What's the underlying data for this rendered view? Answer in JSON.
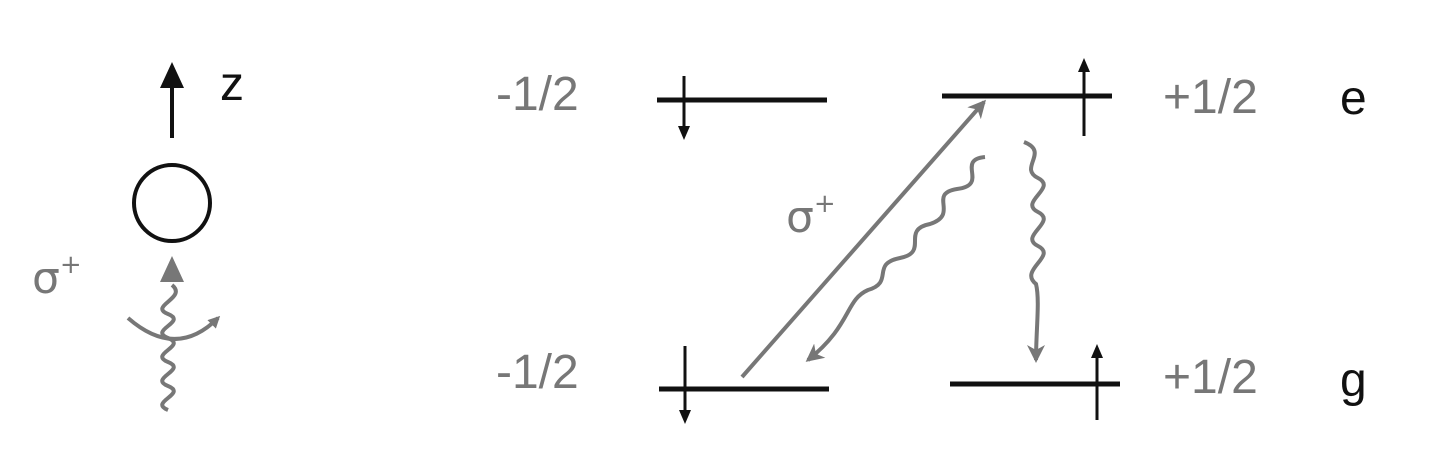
{
  "axis": {
    "label": "z"
  },
  "incident_light": {
    "polarization": "σ",
    "polarization_sup": "+"
  },
  "transition": {
    "polarization": "σ",
    "polarization_sup": "+"
  },
  "excited": {
    "state_label": "e",
    "left_level": {
      "spin": "-1/2"
    },
    "right_level": {
      "spin": "+1/2"
    }
  },
  "ground": {
    "state_label": "g",
    "left_level": {
      "spin": "-1/2"
    },
    "right_level": {
      "spin": "+1/2"
    }
  },
  "colors": {
    "level": "#111111",
    "process": "#777777",
    "label_text": "#111111"
  }
}
